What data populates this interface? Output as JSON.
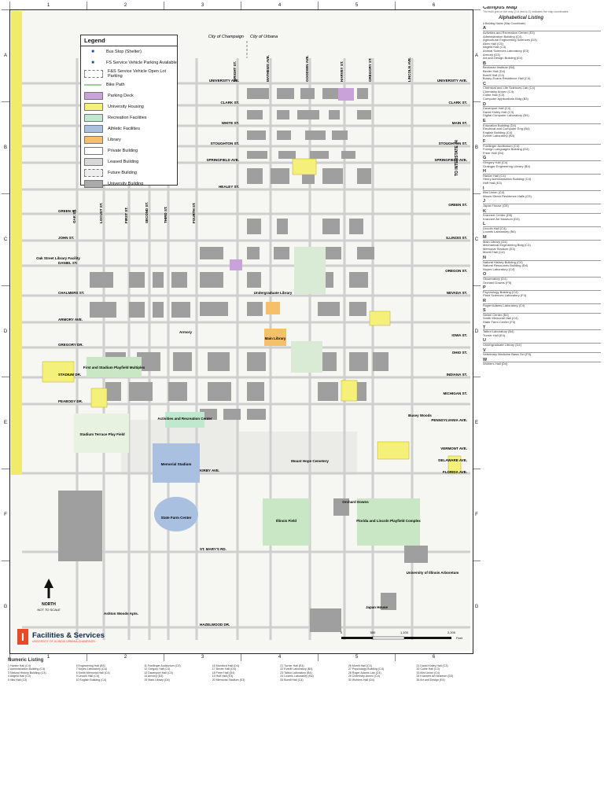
{
  "grid": {
    "columns": [
      "1",
      "2",
      "3",
      "4",
      "5",
      "6"
    ],
    "rows": [
      "A",
      "B",
      "C",
      "D",
      "E",
      "F",
      "G"
    ]
  },
  "legend": {
    "title": "Legend",
    "items": [
      {
        "label": "Bus Stop (Shelter)",
        "kind": "icon",
        "icon": "bus-stop-icon"
      },
      {
        "label": "FS Service Vehicle Parking Available",
        "kind": "icon",
        "icon": "service-vehicle-icon"
      },
      {
        "label": "F&S Service Vehicle Open Lot Parking",
        "kind": "swatch",
        "color": "#ffffff",
        "dashed": true
      },
      {
        "label": "Bike Path",
        "kind": "line",
        "color": "#9ccf9c"
      },
      {
        "label": "Parking Deck",
        "kind": "swatch",
        "color": "#c8a2d8"
      },
      {
        "label": "University Housing",
        "kind": "swatch",
        "color": "#f5f07a"
      },
      {
        "label": "Recreation Facilities",
        "kind": "swatch",
        "color": "#bfe8cf"
      },
      {
        "label": "Athletic Facilities",
        "kind": "swatch",
        "color": "#a9c0e0"
      },
      {
        "label": "Library",
        "kind": "swatch",
        "color": "#f4c16a"
      },
      {
        "label": "Private Building",
        "kind": "swatch",
        "color": "#ffffff"
      },
      {
        "label": "Leased Building",
        "kind": "swatch",
        "color": "#d8d8d8"
      },
      {
        "label": "Future Building",
        "kind": "swatch",
        "color": "#eeeeee",
        "dashed": true
      },
      {
        "label": "University Building",
        "kind": "swatch",
        "color": "#aaaaaa"
      }
    ]
  },
  "city": {
    "west": "City of Champaign",
    "east": "City of Urbana"
  },
  "streets_ew": [
    {
      "name": "UNIVERSITY AVE."
    },
    {
      "name": "CLARK ST."
    },
    {
      "name": "WHITE ST."
    },
    {
      "name": "STOUGHTON ST."
    },
    {
      "name": "SPRINGFIELD AVE."
    },
    {
      "name": "HEALEY ST."
    },
    {
      "name": "GREEN ST."
    },
    {
      "name": "JOHN ST."
    },
    {
      "name": "DANIEL ST."
    },
    {
      "name": "CHALMERS ST."
    },
    {
      "name": "ARMORY AVE."
    },
    {
      "name": "GREGORY DR."
    },
    {
      "name": "STADIUM DR."
    },
    {
      "name": "PEABODY DR."
    },
    {
      "name": "KIRBY AVE."
    },
    {
      "name": "ST. MARY'S RD."
    },
    {
      "name": "HAZELWOOD DR."
    }
  ],
  "streets_ew_right": [
    {
      "name": "UNIVERSITY AVE."
    },
    {
      "name": "CLARK ST."
    },
    {
      "name": "MAIN ST."
    },
    {
      "name": "STOUGHTON ST."
    },
    {
      "name": "SPRINGFIELD AVE."
    },
    {
      "name": "GREEN ST."
    },
    {
      "name": "ILLINOIS ST."
    },
    {
      "name": "OREGON ST."
    },
    {
      "name": "NEVADA ST."
    },
    {
      "name": "IOWA ST."
    },
    {
      "name": "OHIO ST."
    },
    {
      "name": "INDIANA ST."
    },
    {
      "name": "MICHIGAN ST."
    },
    {
      "name": "PENNSYLVANIA AVE."
    },
    {
      "name": "VERMONT AVE."
    },
    {
      "name": "DELAWARE AVE."
    },
    {
      "name": "FLORIDA AVE."
    }
  ],
  "streets_ns": [
    {
      "name": "OAK ST."
    },
    {
      "name": "LOCUST ST."
    },
    {
      "name": "FIRST ST."
    },
    {
      "name": "SECOND ST."
    },
    {
      "name": "THIRD ST."
    },
    {
      "name": "FOURTH ST."
    },
    {
      "name": "WRIGHT ST."
    },
    {
      "name": "MATHEWS AVE."
    },
    {
      "name": "GOODWIN AVE."
    },
    {
      "name": "HARVEY ST."
    },
    {
      "name": "GREGORY ST."
    },
    {
      "name": "LINCOLN AVE."
    }
  ],
  "places": [
    {
      "label": "First and Stadium Playfield Multiplex"
    },
    {
      "label": "Activities and Recreation Center"
    },
    {
      "label": "Memorial Stadium"
    },
    {
      "label": "State Farm Center"
    },
    {
      "label": "Illinois Field"
    },
    {
      "label": "Armory"
    },
    {
      "label": "Main Library"
    },
    {
      "label": "Undergraduate Library"
    },
    {
      "label": "Florida and Lincoln Playfield Complex"
    },
    {
      "label": "Mount Hope Cemetery"
    },
    {
      "label": "Stadium Terrace Play Field"
    },
    {
      "label": "Orchard Downs"
    },
    {
      "label": "Japan House"
    },
    {
      "label": "University of Illinois Arboretum"
    },
    {
      "label": "Ashton Woods Apts."
    },
    {
      "label": "Busey Woods"
    },
    {
      "label": "Oak Street Library Facility"
    }
  ],
  "to_interstate": "TO INTERSTATE 74",
  "north_label": "NORTH",
  "scale_note": "NOT TO SCALE",
  "scale_ticks": [
    "0",
    "550",
    "1,100",
    "2,200"
  ],
  "scale_unit": "Feet",
  "brand": {
    "logo_letter": "I",
    "name": "Facilities & Services",
    "tagline": "UNIVERSITY OF ILLINOIS URBANA-CHAMPAIGN"
  },
  "side_panel": {
    "title": "Campus Map",
    "subtitle": "The bold grid on the map (1-6 and A-G) indicates the map coordinates",
    "heading": "Alphabetical Listing",
    "hint": "#   Building Name (Map Coordinate)",
    "sections": [
      {
        "letter": "A",
        "entries": [
          "Activities and Recreation Center (E3)",
          "Administration Building (C4)",
          "Agricultural Engineering Sciences (D3)",
          "Allen Hall (C5)",
          "Altgeld Hall (C3)",
          "Animal Sciences Laboratory (E3)",
          "Armory (D3)",
          "Art and Design Building (E4)"
        ]
      },
      {
        "letter": "B",
        "entries": [
          "Beckman Institute (B4)",
          "Bevier Hall (D4)",
          "Burrill Hall (C4)",
          "Busey-Evans Residence Hall (C4)"
        ]
      },
      {
        "letter": "C",
        "entries": [
          "Chemical and Life Sciences Lab (C4)",
          "Chemistry Annex (C4)",
          "Coble Hall (C3)",
          "Computer Applications Bldg (B3)"
        ]
      },
      {
        "letter": "D",
        "entries": [
          "Davenport Hall (C4)",
          "David Kinley Hall (C3)",
          "Digital Computer Laboratory (B4)"
        ]
      },
      {
        "letter": "E",
        "entries": [
          "Education Building (D4)",
          "Electrical and Computer Eng (B4)",
          "English Building (C4)",
          "Everitt Laboratory (B4)"
        ]
      },
      {
        "letter": "F",
        "entries": [
          "Foellinger Auditorium (C4)",
          "Foreign Languages Building (D4)",
          "Freer Hall (D4)"
        ]
      },
      {
        "letter": "G",
        "entries": [
          "Gregory Hall (C4)",
          "Grainger Engineering Library (B4)"
        ]
      },
      {
        "letter": "H",
        "entries": [
          "Harker Hall (C4)",
          "Henry Administration Building (C4)",
          "Huff Hall (E3)"
        ]
      },
      {
        "letter": "I",
        "entries": [
          "Illini Union (C4)",
          "Illinois Street Residence Halls (C5)"
        ]
      },
      {
        "letter": "J",
        "entries": [
          "Japan House (G5)"
        ]
      },
      {
        "letter": "K",
        "entries": [
          "Krannert Center (D5)",
          "Krannert Art Museum (D3)"
        ]
      },
      {
        "letter": "L",
        "entries": [
          "Lincoln Hall (C4)",
          "Loomis Laboratory (B4)"
        ]
      },
      {
        "letter": "M",
        "entries": [
          "Main Library (D4)",
          "Mechanical Engineering Bldg (C3)",
          "Memorial Stadium (E3)",
          "Morrill Hall (C4)"
        ]
      },
      {
        "letter": "N",
        "entries": [
          "Natural History Building (C4)",
          "Natural Resources Building (D4)",
          "Noyes Laboratory (C4)"
        ]
      },
      {
        "letter": "O",
        "entries": [
          "Observatory (D4)",
          "Orchard Downs (F5)"
        ]
      },
      {
        "letter": "P",
        "entries": [
          "Psychology Building (C4)",
          "Plant Sciences Laboratory (F4)"
        ]
      },
      {
        "letter": "R",
        "entries": [
          "Roger Adams Laboratory (C4)"
        ]
      },
      {
        "letter": "S",
        "entries": [
          "Siebel Center (B4)",
          "Smith Memorial Hall (C4)",
          "State Farm Center (F3)"
        ]
      },
      {
        "letter": "T",
        "entries": [
          "Talbot Laboratory (B4)",
          "Turner Hall (E4)"
        ]
      },
      {
        "letter": "U",
        "entries": [
          "Undergraduate Library (D4)"
        ]
      },
      {
        "letter": "V",
        "entries": [
          "Veterinary Medicine Basic Sci (F5)"
        ]
      },
      {
        "letter": "W",
        "entries": [
          "Wohlers Hall (D4)"
        ]
      }
    ]
  },
  "numeric_listing": {
    "title": "Numeric Listing",
    "entries": [
      "1 Harker Hall (C4)",
      "2 Administration Building (C4)",
      "3 Natural History Building (C4)",
      "4 Altgeld Hall (C3)",
      "5 Illini Hall (C3)",
      "6 Engineering Hall (B3)",
      "7 Noyes Laboratory (C4)",
      "8 Smith Memorial Hall (C4)",
      "9 Lincoln Hall (C4)",
      "10 English Building (C4)",
      "11 Foellinger Auditorium (C4)",
      "12 Gregory Hall (C4)",
      "13 Davenport Hall (C4)",
      "14 Armory (D3)",
      "15 Main Library (D4)",
      "16 Mumford Hall (D4)",
      "17 Bevier Hall (D4)",
      "18 Freer Hall (D4)",
      "19 Huff Hall (E3)",
      "20 Memorial Stadium (E3)",
      "21 Turner Hall (E4)",
      "22 Everitt Laboratory (B4)",
      "23 Talbot Laboratory (B4)",
      "24 Loomis Laboratory (B4)",
      "25 Burrill Hall (C4)",
      "26 Morrill Hall (C4)",
      "27 Psychology Building (C4)",
      "28 Roger Adams Lab (C4)",
      "29 Chemistry Annex (C4)",
      "30 Wohlers Hall (D4)",
      "31 David Kinley Hall (C3)",
      "32 Coble Hall (C3)",
      "33 Illini Union (C4)",
      "34 Krannert Art Museum (D3)",
      "35 Art and Design (E4)"
    ]
  }
}
